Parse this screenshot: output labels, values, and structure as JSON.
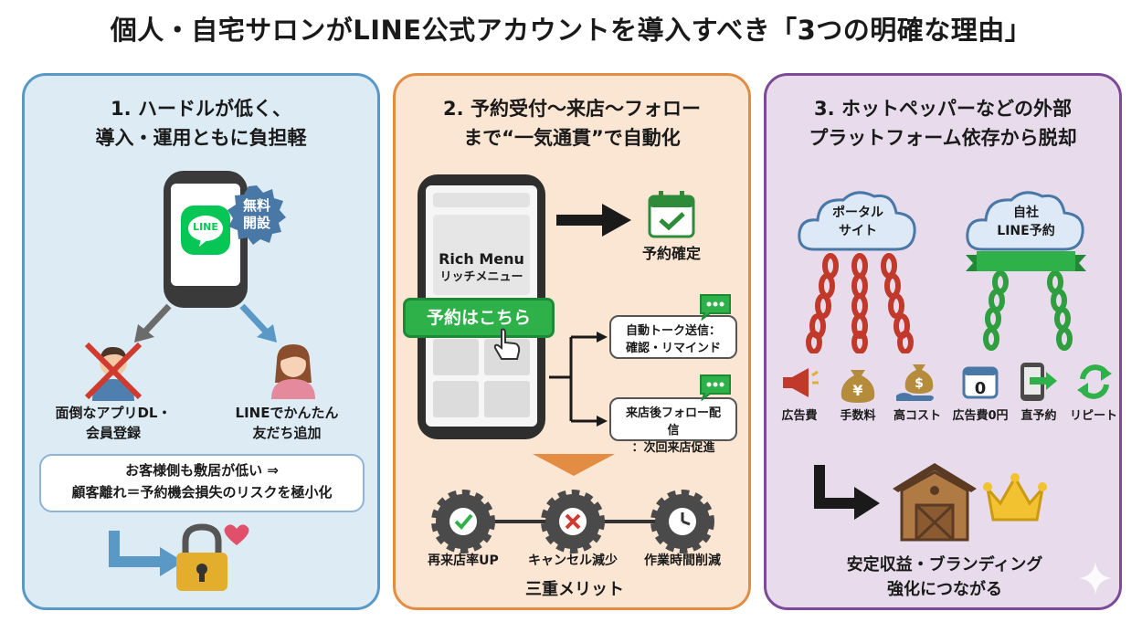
{
  "title": "個人・自宅サロンがLINE公式アカウントを導入すべき「3つの明確な理由」",
  "panel1": {
    "title_line1": "1. ハードルが低く、",
    "title_line2": "導入・運用ともに負担軽",
    "badge_line1": "無料",
    "badge_line2": "開設",
    "logo_text": "LINE",
    "left_label_line1": "面倒なアプリDL・",
    "left_label_line2": "会員登録",
    "right_label_line1": "LINEでかんたん",
    "right_label_line2": "友だち追加",
    "note_line1": "お客様側も敷居が低い ⇒",
    "note_line2": "顧客離れ＝予約機会損失のリスクを極小化",
    "colors": {
      "border": "#5a98c6",
      "bg": "#dcebf4",
      "arrow": "#5a98c6"
    }
  },
  "panel2": {
    "title_line1": "2. 予約受付〜来店〜フォロー",
    "title_line2": "まで“一気通貫”で自動化",
    "rich_menu_en": "Rich Menu",
    "rich_menu_ja": "リッチメニュー",
    "cta_label": "予約はこちら",
    "confirm_label": "予約確定",
    "msg1_line1": "自動トーク送信：",
    "msg1_line2": "確認・リマインド",
    "msg2_line1": "来店後フォロー配信",
    "msg2_line2": "：次回来店促進",
    "benefits": [
      "再来店率UP",
      "キャンセル減少",
      "作業時間削減"
    ],
    "benefits_title": "三重メリット",
    "colors": {
      "border": "#e28d43",
      "bg": "#fbe6d3",
      "accent": "#2fb14a"
    }
  },
  "panel3": {
    "title_line1": "3. ホットペッパーなどの外部",
    "title_line2": "プラットフォーム依存から脱却",
    "cloud1_line1": "ポータル",
    "cloud1_line2": "サイト",
    "cloud2_line1": "自社",
    "cloud2_line2": "LINE予約",
    "cost_icons": [
      "広告費",
      "手数料",
      "高コスト"
    ],
    "benefit_icons": [
      "広告費0円",
      "直予約",
      "リピート"
    ],
    "yen": "¥",
    "dollar": "$",
    "zero": "0",
    "result_line1": "安定収益・ブランディング",
    "result_line2": "強化につながる",
    "colors": {
      "border": "#7c4a97",
      "bg": "#e8dcec",
      "chain_red": "#c0392b",
      "chain_green": "#2e9e3e"
    }
  }
}
